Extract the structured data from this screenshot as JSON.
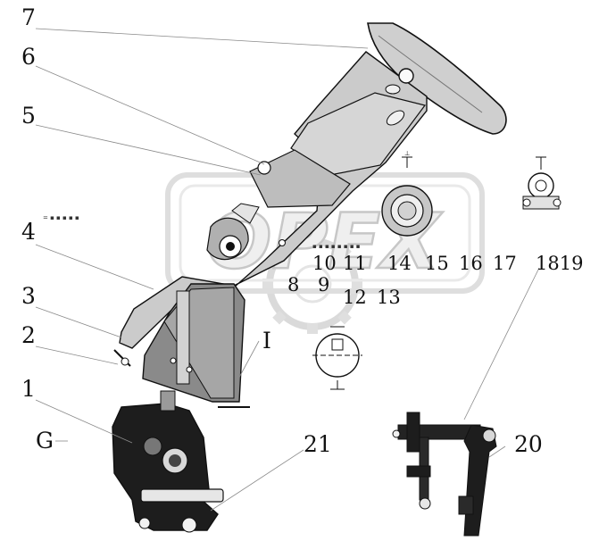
{
  "callouts": {
    "c1": "1",
    "c2": "2",
    "c3": "3",
    "c4": "4",
    "c5": "5",
    "c6": "6",
    "c7": "7",
    "c8": "8",
    "c9": "9",
    "c10": "10",
    "c11": "11",
    "c12": "12",
    "c13": "13",
    "c14": "14",
    "c15": "15",
    "c16": "16",
    "c17": "17",
    "c18_19": "1819",
    "c20": "20",
    "c21": "21"
  },
  "view_labels": {
    "g": "G",
    "roman_one": "I"
  },
  "watermark": {
    "text": "OPEX"
  },
  "colors": {
    "ink": "#111111",
    "part_light": "#c9c9c9",
    "part_mid": "#8e8e8e",
    "part_dark": "#1c1c1c"
  }
}
